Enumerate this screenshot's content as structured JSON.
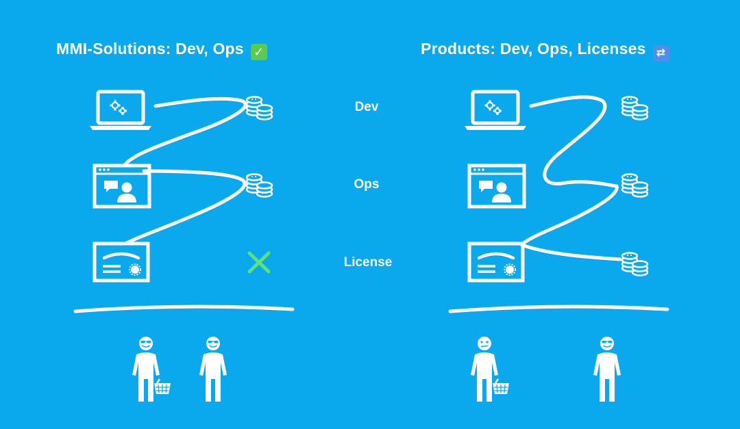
{
  "left_panel": {
    "title": "MMI-Solutions: Dev, Ops",
    "title_badge_icon": "check-mark-icon",
    "title_badge_glyph": "✓",
    "license_status_icon": "cross-mark-icon"
  },
  "right_panel": {
    "title": "Products: Dev, Ops, Licenses",
    "title_badge_icon": "repeat-arrows-icon",
    "title_badge_glyph": "⇄"
  },
  "row_labels": {
    "dev": "Dev",
    "ops": "Ops",
    "license": "License"
  },
  "colors": {
    "background": "#0aa9ee",
    "foreground": "#ffffff",
    "check_badge": "#5ec94f",
    "repeat_badge": "#4f8fe8",
    "cross_mark": "#5fe07a"
  }
}
